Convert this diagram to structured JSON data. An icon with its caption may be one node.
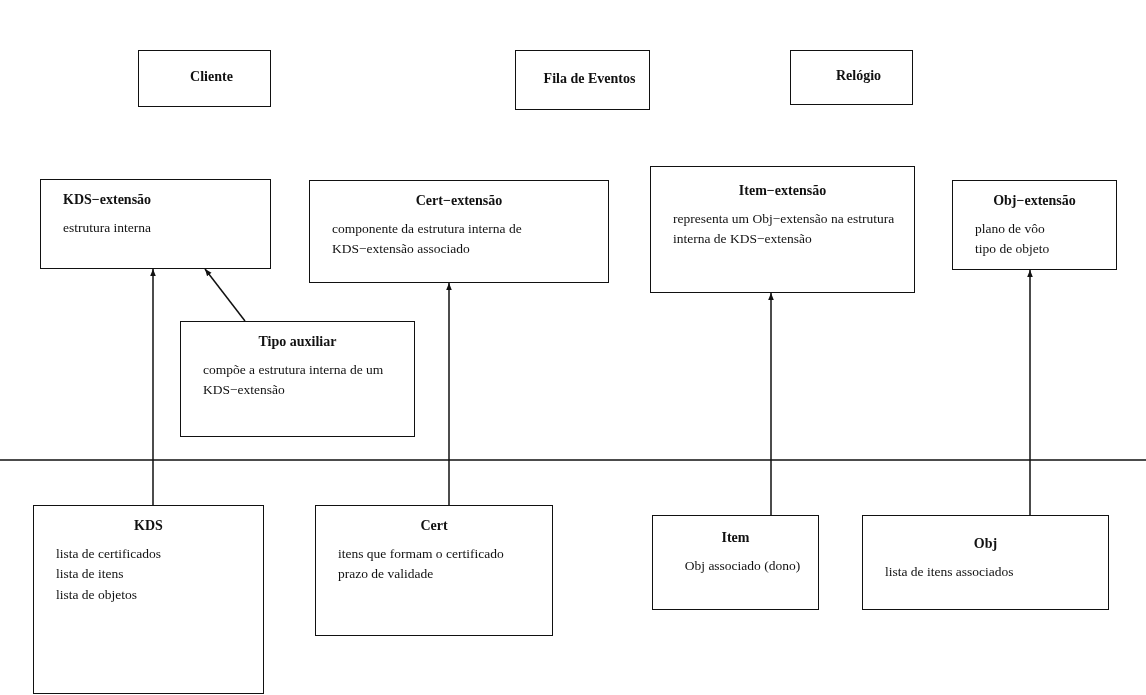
{
  "diagram": {
    "nodes": [
      {
        "text": [
          "Cliente"
        ]
      },
      {
        "text": [
          "Fila de Eventos"
        ]
      },
      {
        "text": [
          "Relógio"
        ]
      },
      {
        "text": [
          "KDS−extensão",
          "estrutura interna"
        ]
      },
      {
        "text": [
          "Cert−extensão",
          "componente da estrutura interna de KDS−extensão associado"
        ]
      },
      {
        "text": [
          "Item−extensão",
          "representa um Obj−extensão na estrutura interna de KDS−extensão"
        ]
      },
      {
        "text": [
          "Obj−extensão",
          "plano de vôo",
          "tipo de objeto"
        ]
      },
      {
        "text": [
          "Tipo auxiliar",
          "compõe a estrutura interna de um KDS−extensão"
        ]
      },
      {
        "text": [
          "KDS",
          "lista de certificados",
          "lista de itens",
          "lista de objetos"
        ]
      },
      {
        "text": [
          "Cert",
          "itens que formam o certificado",
          "prazo de validade"
        ]
      },
      {
        "text": [
          "Item",
          "Obj associado (dono)"
        ]
      },
      {
        "text": [
          "Obj",
          "lista de itens associados"
        ]
      }
    ],
    "edges": [
      {
        "from": 8,
        "to": 3,
        "arrow": "to"
      },
      {
        "from": 7,
        "to": 3,
        "arrow": "to"
      },
      {
        "from": 9,
        "to": 4,
        "arrow": "to"
      },
      {
        "from": 10,
        "to": 5,
        "arrow": "to"
      },
      {
        "from": 11,
        "to": 6,
        "arrow": "to"
      }
    ]
  }
}
